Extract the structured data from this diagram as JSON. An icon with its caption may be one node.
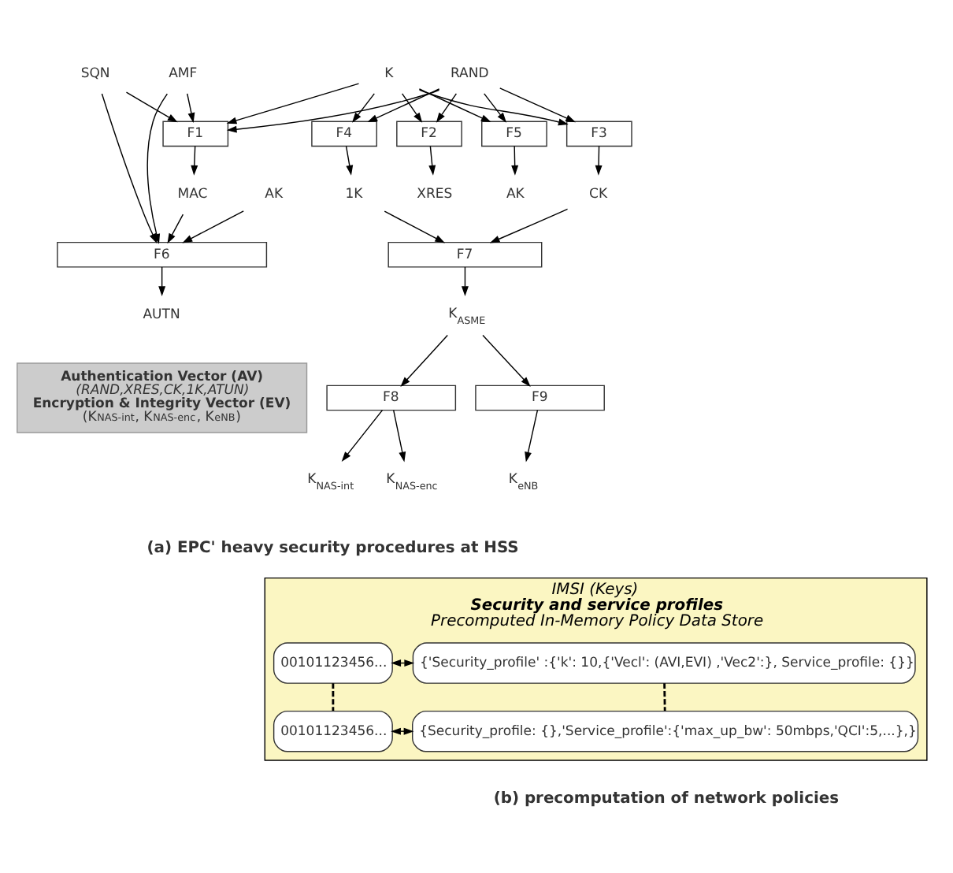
{
  "diagram": {
    "nodes": [
      {
        "text": [
          "SQN"
        ]
      },
      {
        "text": [
          "K"
        ]
      },
      {
        "text": [
          "RAND"
        ]
      },
      {
        "text": [
          "AMF"
        ]
      },
      {
        "text": [
          "F1"
        ]
      },
      {
        "text": [
          "F2"
        ]
      },
      {
        "text": [
          "F3"
        ]
      },
      {
        "text": [
          "F4"
        ]
      },
      {
        "text": [
          "F5"
        ]
      },
      {
        "text": [
          "AK"
        ]
      },
      {
        "text": [
          "MAC"
        ]
      },
      {
        "text": [
          "XRES"
        ]
      },
      {
        "text": [
          "CK"
        ]
      },
      {
        "text": [
          "1K"
        ]
      },
      {
        "text": [
          "AK"
        ]
      },
      {
        "text": [
          "F6"
        ]
      },
      {
        "text": [
          "F7"
        ]
      },
      {
        "text": [
          "AUTN"
        ]
      },
      {
        "text": [
          "K$_{ASME}$"
        ]
      },
      {
        "text": [
          "F8"
        ]
      },
      {
        "text": [
          "F9"
        ]
      },
      {
        "text": [
          "K$_{NAS-enc}$"
        ]
      },
      {
        "text": [
          "K$_{NAS-int}$"
        ]
      },
      {
        "text": [
          "K$_{eNB}$"
        ]
      },
      {
        "text": [
          "Authentication Vector (AV)",
          "(RAND,XRES,CK,1K,ATUN)",
          "Encryption & Integrity Vector (EV)",
          "(K$_{NAS-int}$, K$_{NAS-enc}$, K$_{eNB}$)"
        ]
      },
      {
        "text": [
          "IMSI (Keys)",
          "Security and service profiles",
          "Precomputed In-Memory Policy Data Store"
        ]
      },
      {
        "text": [
          "00101123456..."
        ],
        "in": 25
      },
      {
        "text": [
          "{'Security_profile' :{'k': 10,{'Vecl': (AVI,EVI) ,'Vec2':}, Service_profile: {}}"
        ],
        "in": 25
      },
      {
        "text": [
          "00101123456..."
        ],
        "in": 25
      },
      {
        "text": [
          "{Security_profile: {},'Service_profile':{'max_up_bw': 50mbps,'QCI':5,...},}"
        ],
        "in": 25
      }
    ],
    "edges": [
      {
        "from": 0,
        "to": 4,
        "arrow": "to"
      },
      {
        "from": 0,
        "to": 15,
        "arrow": "to"
      },
      {
        "from": 1,
        "to": 4,
        "arrow": "to"
      },
      {
        "from": 1,
        "to": 5,
        "arrow": "to"
      },
      {
        "from": 1,
        "to": 6,
        "arrow": "to"
      },
      {
        "from": 1,
        "to": 7,
        "arrow": "to"
      },
      {
        "from": 1,
        "to": 8,
        "arrow": "to"
      },
      {
        "from": 2,
        "to": 4,
        "arrow": "to"
      },
      {
        "from": 2,
        "to": 5,
        "arrow": "to"
      },
      {
        "from": 2,
        "to": 6,
        "arrow": "to"
      },
      {
        "from": 2,
        "to": 7,
        "arrow": "to"
      },
      {
        "from": 2,
        "to": 8,
        "arrow": "to"
      },
      {
        "from": 3,
        "to": 4,
        "arrow": "to"
      },
      {
        "from": 3,
        "to": 15,
        "arrow": "to"
      },
      {
        "from": 4,
        "to": 10,
        "arrow": "to"
      },
      {
        "from": 5,
        "to": 11,
        "arrow": "to"
      },
      {
        "from": 6,
        "to": 12,
        "arrow": "to"
      },
      {
        "from": 7,
        "to": 13,
        "arrow": "to"
      },
      {
        "from": 8,
        "to": 14,
        "arrow": "to"
      },
      {
        "from": 9,
        "to": 15,
        "arrow": "to"
      },
      {
        "from": 10,
        "to": 15,
        "arrow": "to"
      },
      {
        "from": 12,
        "to": 16,
        "arrow": "to"
      },
      {
        "from": 13,
        "to": 16,
        "arrow": "to"
      },
      {
        "from": 15,
        "to": 17,
        "arrow": "to"
      },
      {
        "from": 16,
        "to": 18,
        "arrow": "to"
      },
      {
        "from": 18,
        "to": 19,
        "arrow": "to"
      },
      {
        "from": 18,
        "to": 20,
        "arrow": "to"
      },
      {
        "from": 19,
        "to": 21,
        "arrow": "to"
      },
      {
        "from": 19,
        "to": 22,
        "arrow": "to"
      },
      {
        "from": 20,
        "to": 23,
        "arrow": "to"
      },
      {
        "from": 26,
        "to": 27,
        "arrow": "both"
      },
      {
        "from": 26,
        "to": 28,
        "arrow": "none",
        "style": "dashed"
      },
      {
        "from": 27,
        "to": 29,
        "arrow": "none",
        "style": "dashed"
      },
      {
        "from": 28,
        "to": 29,
        "arrow": "both"
      }
    ],
    "labels": [
      "(a) EPC' heavy security procedures at HSS",
      "(b) precomputation of network policies"
    ]
  }
}
